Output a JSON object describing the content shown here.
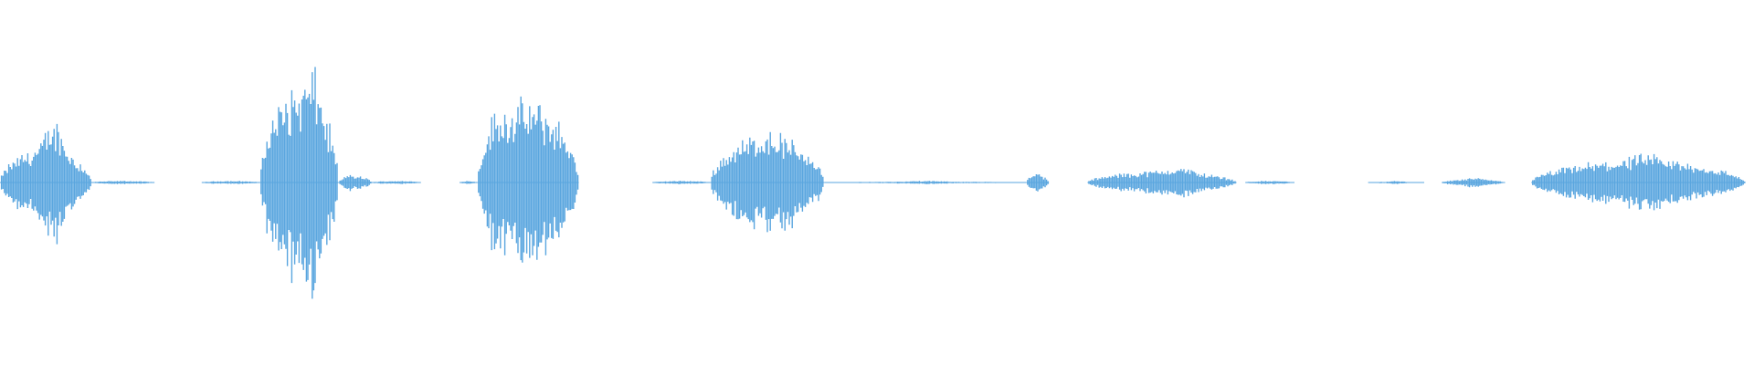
{
  "waveform": {
    "color": "#5aa6df",
    "background": "#ffffff",
    "duration_s": 1.0,
    "segments": [
      {
        "start": 0.0,
        "end": 0.052,
        "amp": 0.22,
        "peak": 0.4,
        "peak_pos": 0.6
      },
      {
        "start": 0.052,
        "end": 0.088,
        "amp": 0.01,
        "peak": 0.01,
        "peak_pos": 0.5
      },
      {
        "start": 0.115,
        "end": 0.148,
        "amp": 0.01,
        "peak": 0.01,
        "peak_pos": 0.5
      },
      {
        "start": 0.148,
        "end": 0.193,
        "amp": 0.6,
        "peak": 0.78,
        "peak_pos": 0.7
      },
      {
        "start": 0.193,
        "end": 0.212,
        "amp": 0.04,
        "peak": 0.06,
        "peak_pos": 0.3
      },
      {
        "start": 0.212,
        "end": 0.24,
        "amp": 0.01,
        "peak": 0.01,
        "peak_pos": 0.5
      },
      {
        "start": 0.262,
        "end": 0.272,
        "amp": 0.01,
        "peak": 0.01,
        "peak_pos": 0.5
      },
      {
        "start": 0.272,
        "end": 0.33,
        "amp": 0.5,
        "peak": 0.63,
        "peak_pos": 0.15
      },
      {
        "start": 0.372,
        "end": 0.405,
        "amp": 0.01,
        "peak": 0.01,
        "peak_pos": 0.5
      },
      {
        "start": 0.405,
        "end": 0.47,
        "amp": 0.3,
        "peak": 0.33,
        "peak_pos": 0.5
      },
      {
        "start": 0.47,
        "end": 0.585,
        "amp": 0.005,
        "peak": 0.01,
        "peak_pos": 0.5
      },
      {
        "start": 0.585,
        "end": 0.598,
        "amp": 0.05,
        "peak": 0.06,
        "peak_pos": 0.5
      },
      {
        "start": 0.62,
        "end": 0.705,
        "amp": 0.07,
        "peak": 0.1,
        "peak_pos": 0.62
      },
      {
        "start": 0.71,
        "end": 0.738,
        "amp": 0.01,
        "peak": 0.01,
        "peak_pos": 0.5
      },
      {
        "start": 0.78,
        "end": 0.812,
        "amp": 0.005,
        "peak": 0.01,
        "peak_pos": 0.5
      },
      {
        "start": 0.822,
        "end": 0.858,
        "amp": 0.02,
        "peak": 0.03,
        "peak_pos": 0.5
      },
      {
        "start": 0.873,
        "end": 0.995,
        "amp": 0.14,
        "peak": 0.17,
        "peak_pos": 0.55
      }
    ]
  }
}
